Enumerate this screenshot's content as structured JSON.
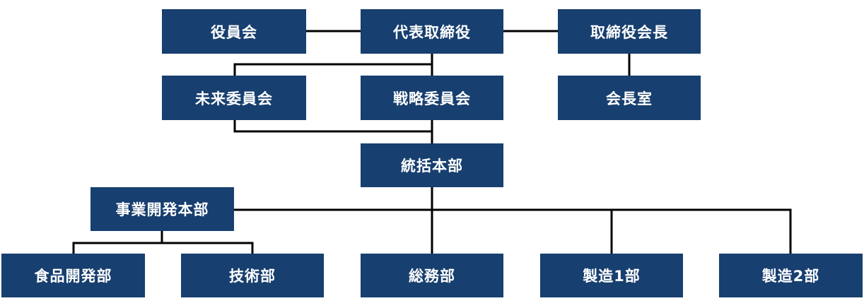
{
  "org_chart": {
    "line_color": "#000000",
    "box_color": "#173f6f",
    "text_color": "#ffffff",
    "nodes": {
      "board_of_officers": "役員会",
      "representative_director": "代表取締役",
      "chairman": "取締役会長",
      "future_committee": "未来委員会",
      "strategy_committee": "戦略委員会",
      "chairman_office": "会長室",
      "general_headquarters": "統括本部",
      "business_development_hq": "事業開発本部",
      "food_development": "食品開発部",
      "technology": "技術部",
      "general_affairs": "総務部",
      "manufacturing_1": "製造1部",
      "manufacturing_2": "製造2部"
    }
  }
}
